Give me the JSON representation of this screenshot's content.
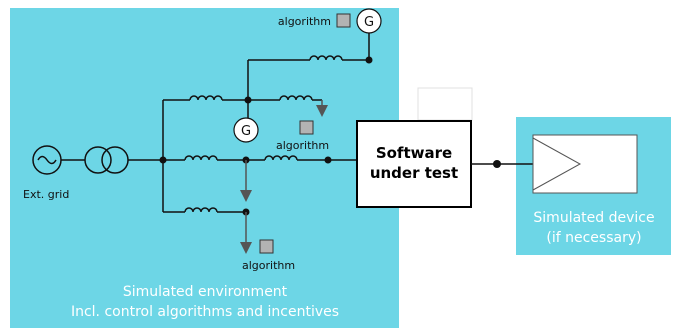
{
  "environment": {
    "label_line1": "Simulated environment",
    "label_line2": "Incl. control algorithms and incentives",
    "fill_color": "#6dd6e6"
  },
  "ext_grid": {
    "label": "Ext. grid"
  },
  "generator": {
    "symbol": "G"
  },
  "algorithm": {
    "label": "algorithm",
    "box_color": "#b3b3b3"
  },
  "software": {
    "line1": "Software",
    "line2": "under test"
  },
  "device": {
    "label_line1": "Simulated device",
    "label_line2": "(if necessary)",
    "fill_color": "#6dd6e6"
  },
  "line_color": "#111111",
  "arrow_color": "#555555"
}
